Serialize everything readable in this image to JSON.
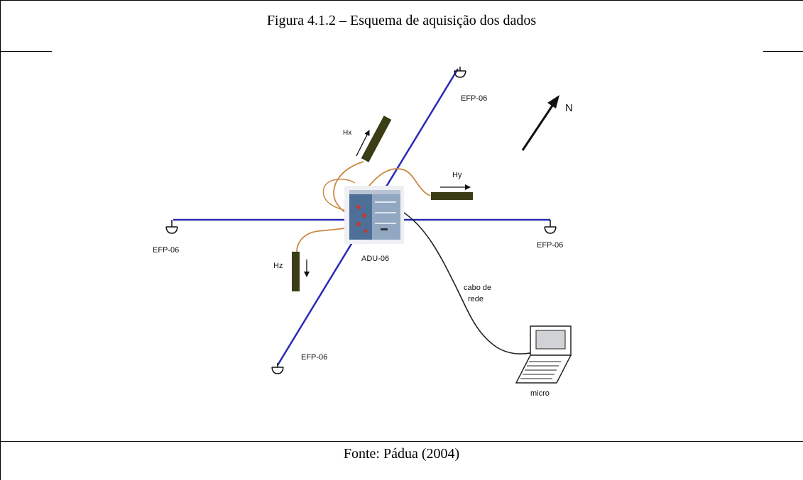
{
  "caption": {
    "title": "Figura 4.1.2 – Esquema de aquisição dos dados",
    "source": "Fonte: Pádua (2004)"
  },
  "diagram": {
    "electrode_labels": {
      "north": "EFP-06",
      "west": "EFP-06",
      "east": "EFP-06",
      "south": "EFP-06"
    },
    "sensor_labels": {
      "hx": "Hx",
      "hy": "Hy",
      "hz": "Hz"
    },
    "unit_label": "ADU-06",
    "north_label": "N",
    "cable_label_line1": "cabo de",
    "cable_label_line2": "rede",
    "computer_label": "micro",
    "colors": {
      "dipole_line": "#2a2ab8",
      "coil_body": "#3a3d16",
      "sensor_cable": "#c98a45",
      "network_cable": "#222222"
    }
  }
}
